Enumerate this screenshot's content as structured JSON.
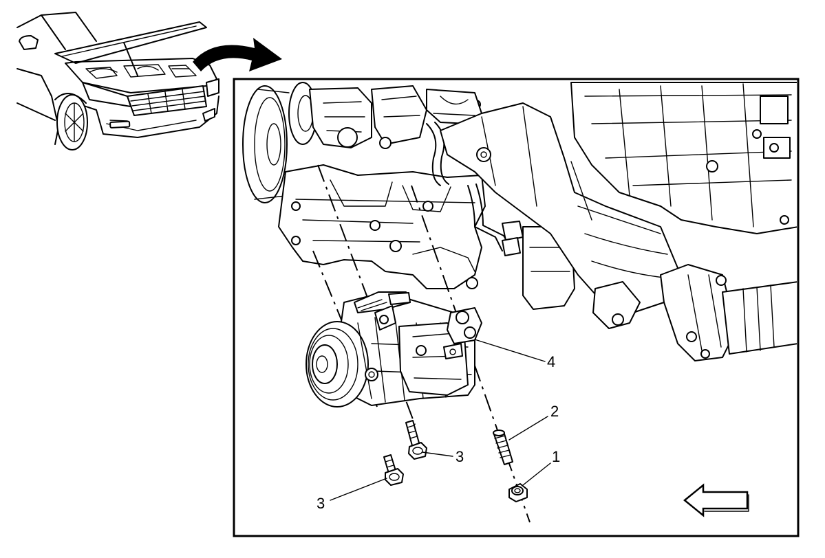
{
  "callouts": {
    "item_1": "1",
    "item_2": "2",
    "item_3a": "3",
    "item_3b": "3",
    "item_4": "4"
  },
  "colors": {
    "line": "#000000",
    "background": "#ffffff"
  },
  "icons": {
    "direction_arrow": "arrow-left-icon",
    "view_arrow": "curved-arrow-icon"
  }
}
